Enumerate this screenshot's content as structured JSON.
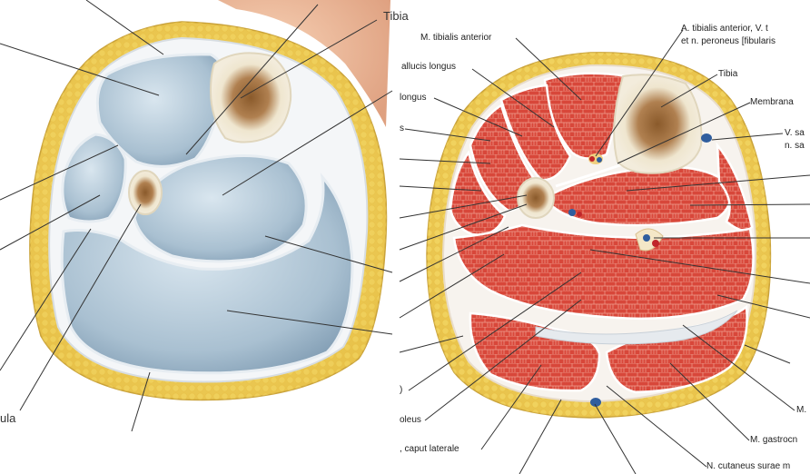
{
  "figure": {
    "left_panel": {
      "labels": {
        "tibia": "Tibia",
        "fibula_fragment": "ula"
      }
    },
    "right_panel": {
      "labels": {
        "tibialis_anterior": "M. tibialis anterior",
        "vessels_line1": "A. tibialis anterior, V. t",
        "vessels_line2": "et n. peroneus [fibularis",
        "hallucis_longus": "allucis longus",
        "tibia": "Tibia",
        "longus": "longus",
        "membrana": "Membrana",
        "s_fragment": "s",
        "v_saphena": "V. sa",
        "n_saphenus": "n. sa",
        "paren_fragment": ")",
        "soleus": "oleus",
        "caput_laterale": ", caput laterale",
        "m_fragment": "M.",
        "gastrocnemius": "M. gastrocn",
        "cutaneus_surae": "N. cutaneus surae m"
      }
    }
  }
}
